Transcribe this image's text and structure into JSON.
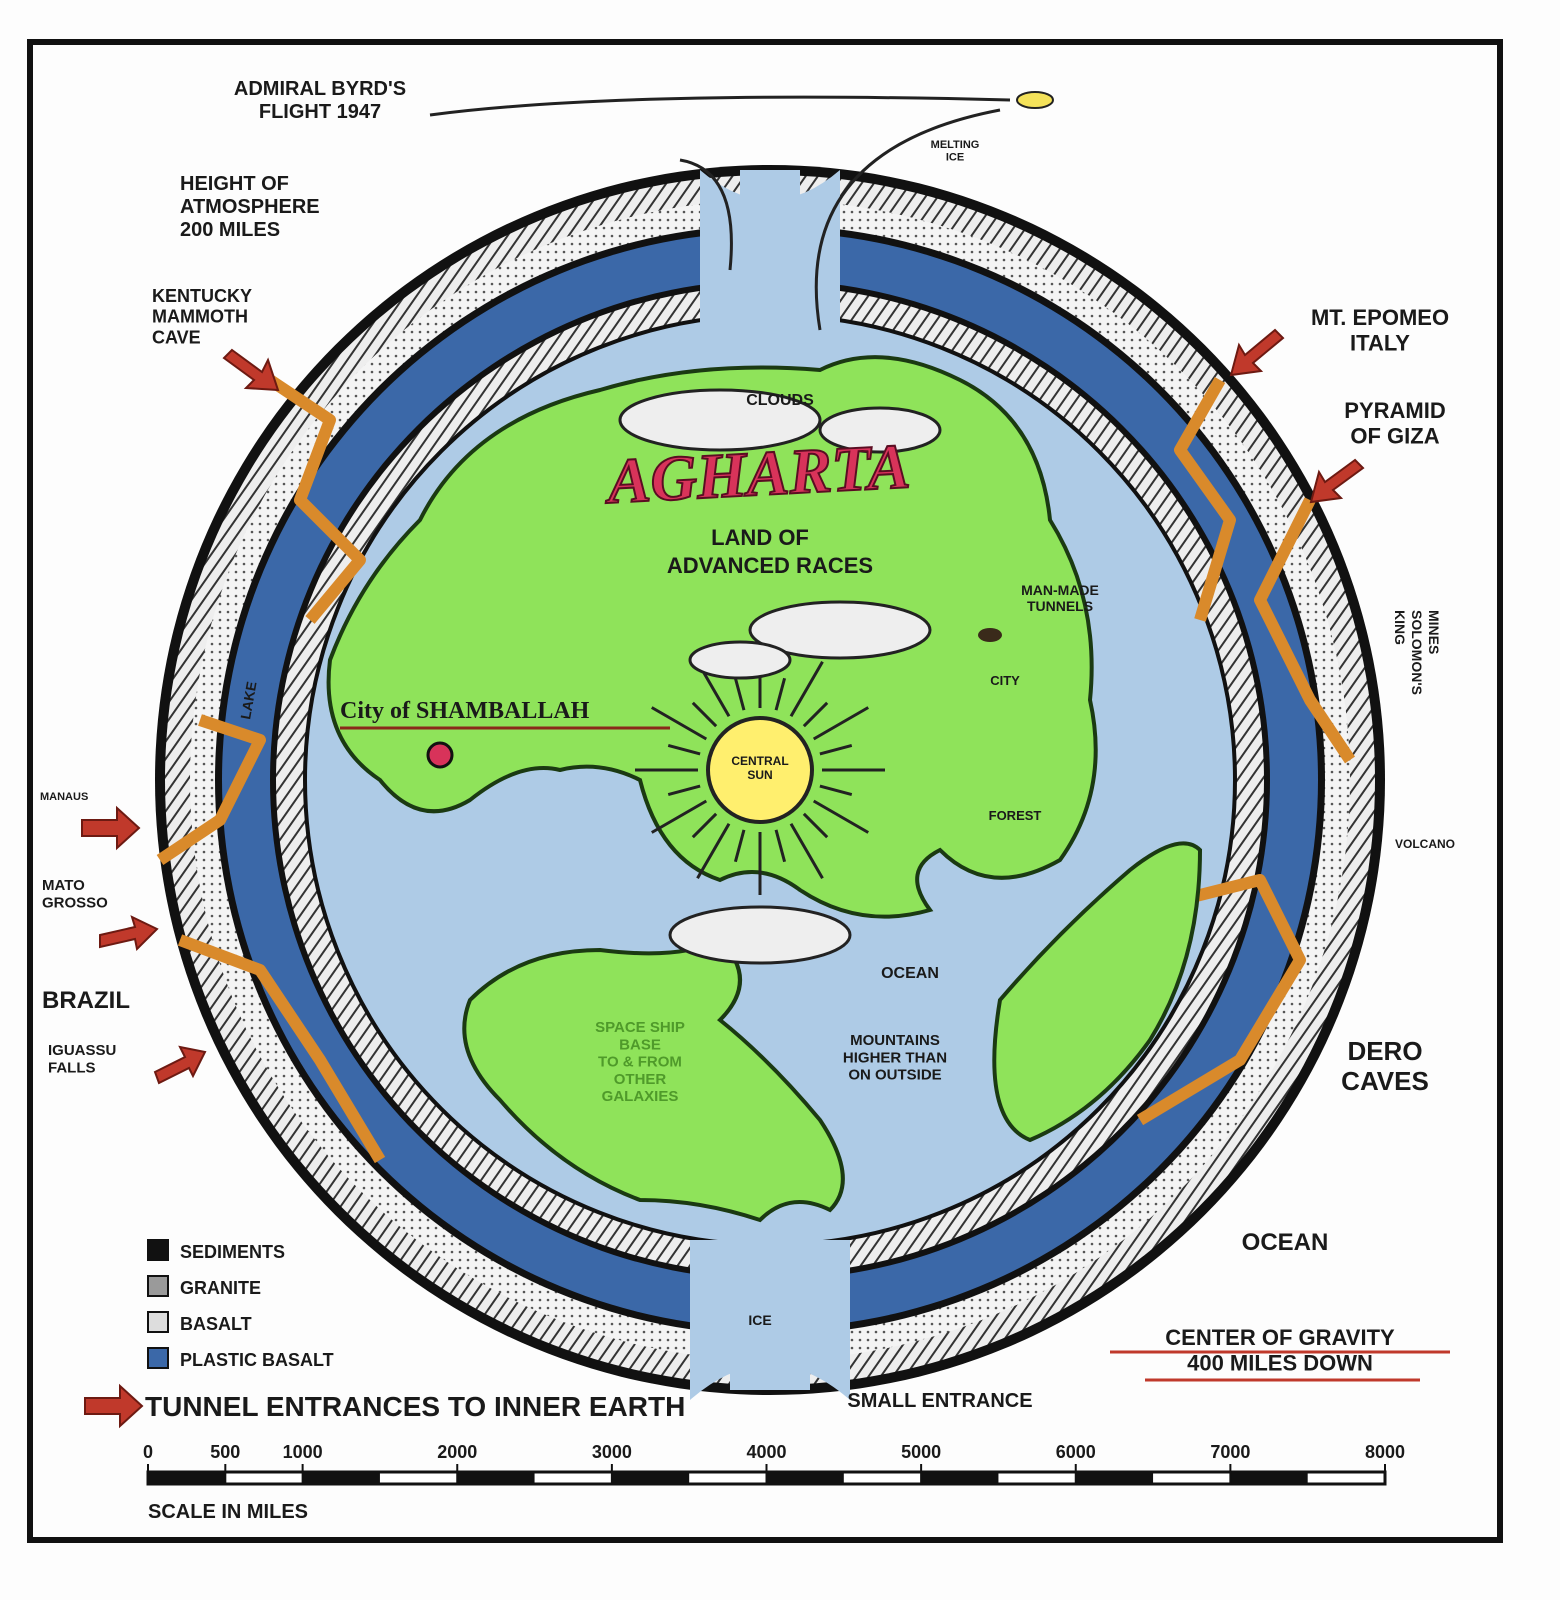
{
  "title": "AGHARTA",
  "subtitle": [
    "LAND OF",
    "ADVANCED RACES"
  ],
  "labels": {
    "byrd": [
      "ADMIRAL BYRD'S",
      "FLIGHT 1947"
    ],
    "melting_ice": [
      "MELTING",
      "ICE"
    ],
    "atmosphere": [
      "HEIGHT OF",
      "ATMOSPHERE",
      "200 MILES"
    ],
    "kentucky": [
      "KENTUCKY",
      "MAMMOTH",
      "CAVE"
    ],
    "epomeo": [
      "MT. EPOMEO",
      "ITALY"
    ],
    "giza": [
      "PYRAMID",
      "OF GIZA"
    ],
    "clouds": "CLOUDS",
    "tunnels": [
      "MAN-MADE",
      "TUNNELS"
    ],
    "solomon": [
      "KING",
      "SOLOMON'S",
      "MINES"
    ],
    "city": "CITY",
    "shamballah": "City of SHAMBALLAH",
    "lake": "LAKE",
    "central_sun": [
      "CENTRAL",
      "SUN"
    ],
    "forest": "FOREST",
    "manaus": "MANAUS",
    "volcano": "VOLCANO",
    "mato_grosso": [
      "MATO",
      "GROSSO"
    ],
    "brazil": "BRAZIL",
    "ocean_inner": "OCEAN",
    "iguassu": [
      "IGUASSU",
      "FALLS"
    ],
    "mountains": [
      "MOUNTAINS",
      "HIGHER THAN",
      "ON OUTSIDE"
    ],
    "dero": [
      "DERO",
      "CAVES"
    ],
    "space_base": [
      "SPACE SHIP",
      "BASE",
      "TO & FROM",
      "OTHER",
      "GALAXIES"
    ],
    "ocean_outer": "OCEAN",
    "ice": "ICE",
    "gravity": [
      "CENTER OF GRAVITY",
      "400 MILES DOWN"
    ],
    "small_entrance": "SMALL ENTRANCE"
  },
  "legend": [
    {
      "label": "SEDIMENTS",
      "color": "#111111"
    },
    {
      "label": "GRANITE",
      "color": "#9a9a9a"
    },
    {
      "label": "BASALT",
      "color": "#dddddd"
    },
    {
      "label": "PLASTIC BASALT",
      "color": "#3b68a8"
    }
  ],
  "tunnel_legend": "TUNNEL ENTRANCES TO INNER EARTH",
  "scale": {
    "ticks": [
      "0",
      "500",
      "1000",
      "2000",
      "3000",
      "4000",
      "5000",
      "6000",
      "7000",
      "8000"
    ],
    "values": [
      0,
      500,
      1000,
      2000,
      3000,
      4000,
      5000,
      6000,
      7000,
      8000
    ],
    "max": 8000,
    "caption": "SCALE IN MILES"
  },
  "colors": {
    "plastic_basalt": "#3b68a8",
    "inner_ocean": "#aecbe6",
    "land": "#8fe35a",
    "arrow": "#c0392b",
    "title": "#d8335a",
    "tunnel": "#d98a2b",
    "sun": "#ffef6e"
  }
}
